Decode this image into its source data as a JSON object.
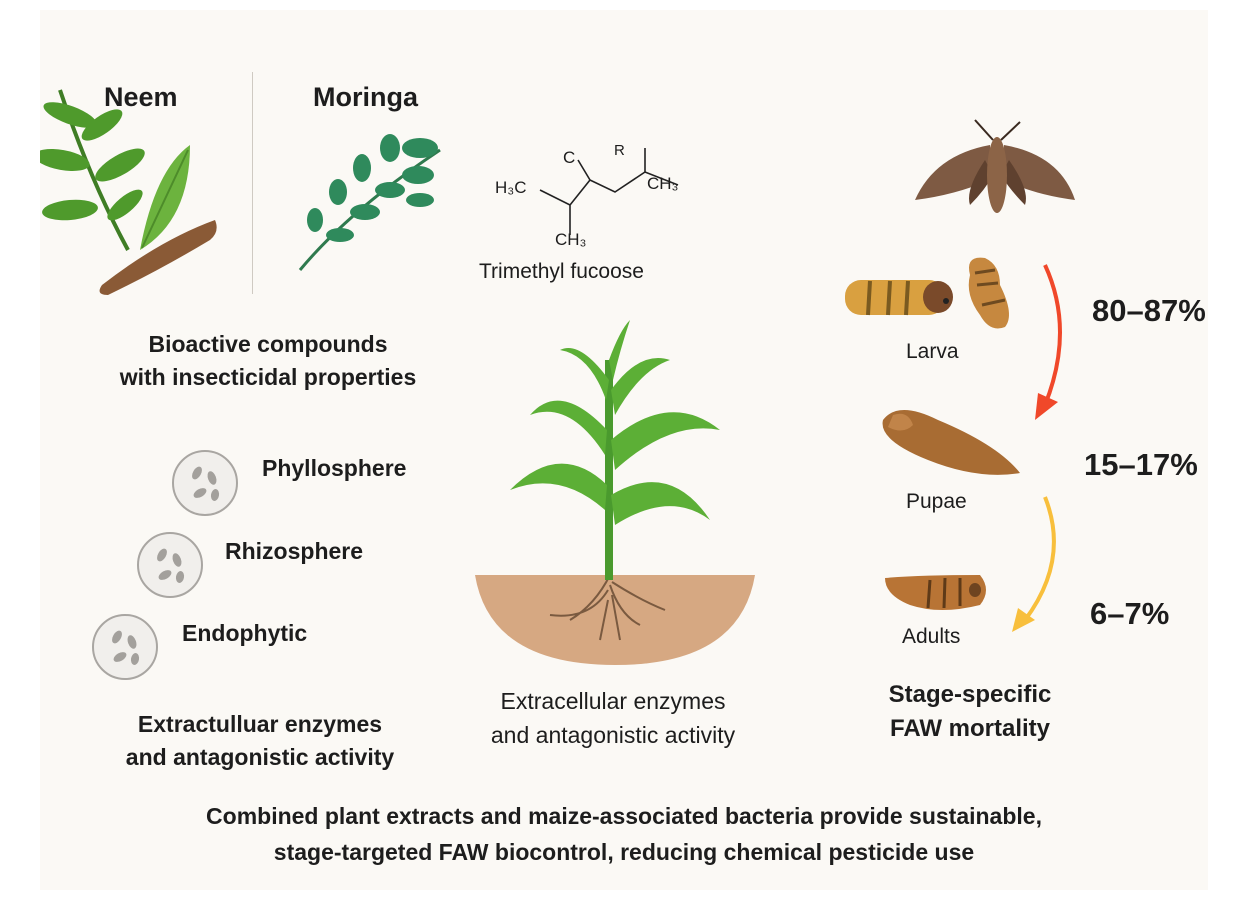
{
  "plants": {
    "neem": "Neem",
    "moringa": "Moringa"
  },
  "compound": {
    "name": "Trimethyl fucoose",
    "atoms": {
      "c": "C",
      "r": "R",
      "h3c": "H₃C",
      "ch3_right": "CH₃",
      "ch3_bottom": "CH₃"
    }
  },
  "bioactive": {
    "line1": "Bioactive compounds",
    "line2": "with insecticidal properties"
  },
  "bacteria": [
    {
      "label": "Phyllosphere"
    },
    {
      "label": "Rhizosphere"
    },
    {
      "label": "Endophytic"
    }
  ],
  "left_caption": {
    "line1": "Extractulluar enzymes",
    "line2": "and antagonistic activity"
  },
  "center_caption": {
    "line1": "Extracellular enzymes",
    "line2": "and antagonistic activity"
  },
  "stages": [
    {
      "label": "Larva",
      "mortality": "80–87%"
    },
    {
      "label": "Pupae",
      "mortality": "15–17%"
    },
    {
      "label": "Adults",
      "mortality": "6–7%"
    }
  ],
  "stage_title": {
    "line1": "Stage-specific",
    "line2": "FAW mortality"
  },
  "conclusion": {
    "line1": "Combined plant extracts and maize-associated bacteria provide sustainable,",
    "line2": "stage-targeted FAW biocontrol, reducing chemical pesticide use"
  },
  "colors": {
    "background": "#fbf9f5",
    "leaf_neem": "#4f9a2c",
    "leaf_moringa": "#2f8a5c",
    "bark": "#8a5a36",
    "soil": "#d6a882",
    "larva": "#d9a040",
    "pupa": "#a86c33",
    "moth": "#7e5a43",
    "arrow_red": "#f0482a",
    "arrow_yellow": "#f8bf3c"
  }
}
